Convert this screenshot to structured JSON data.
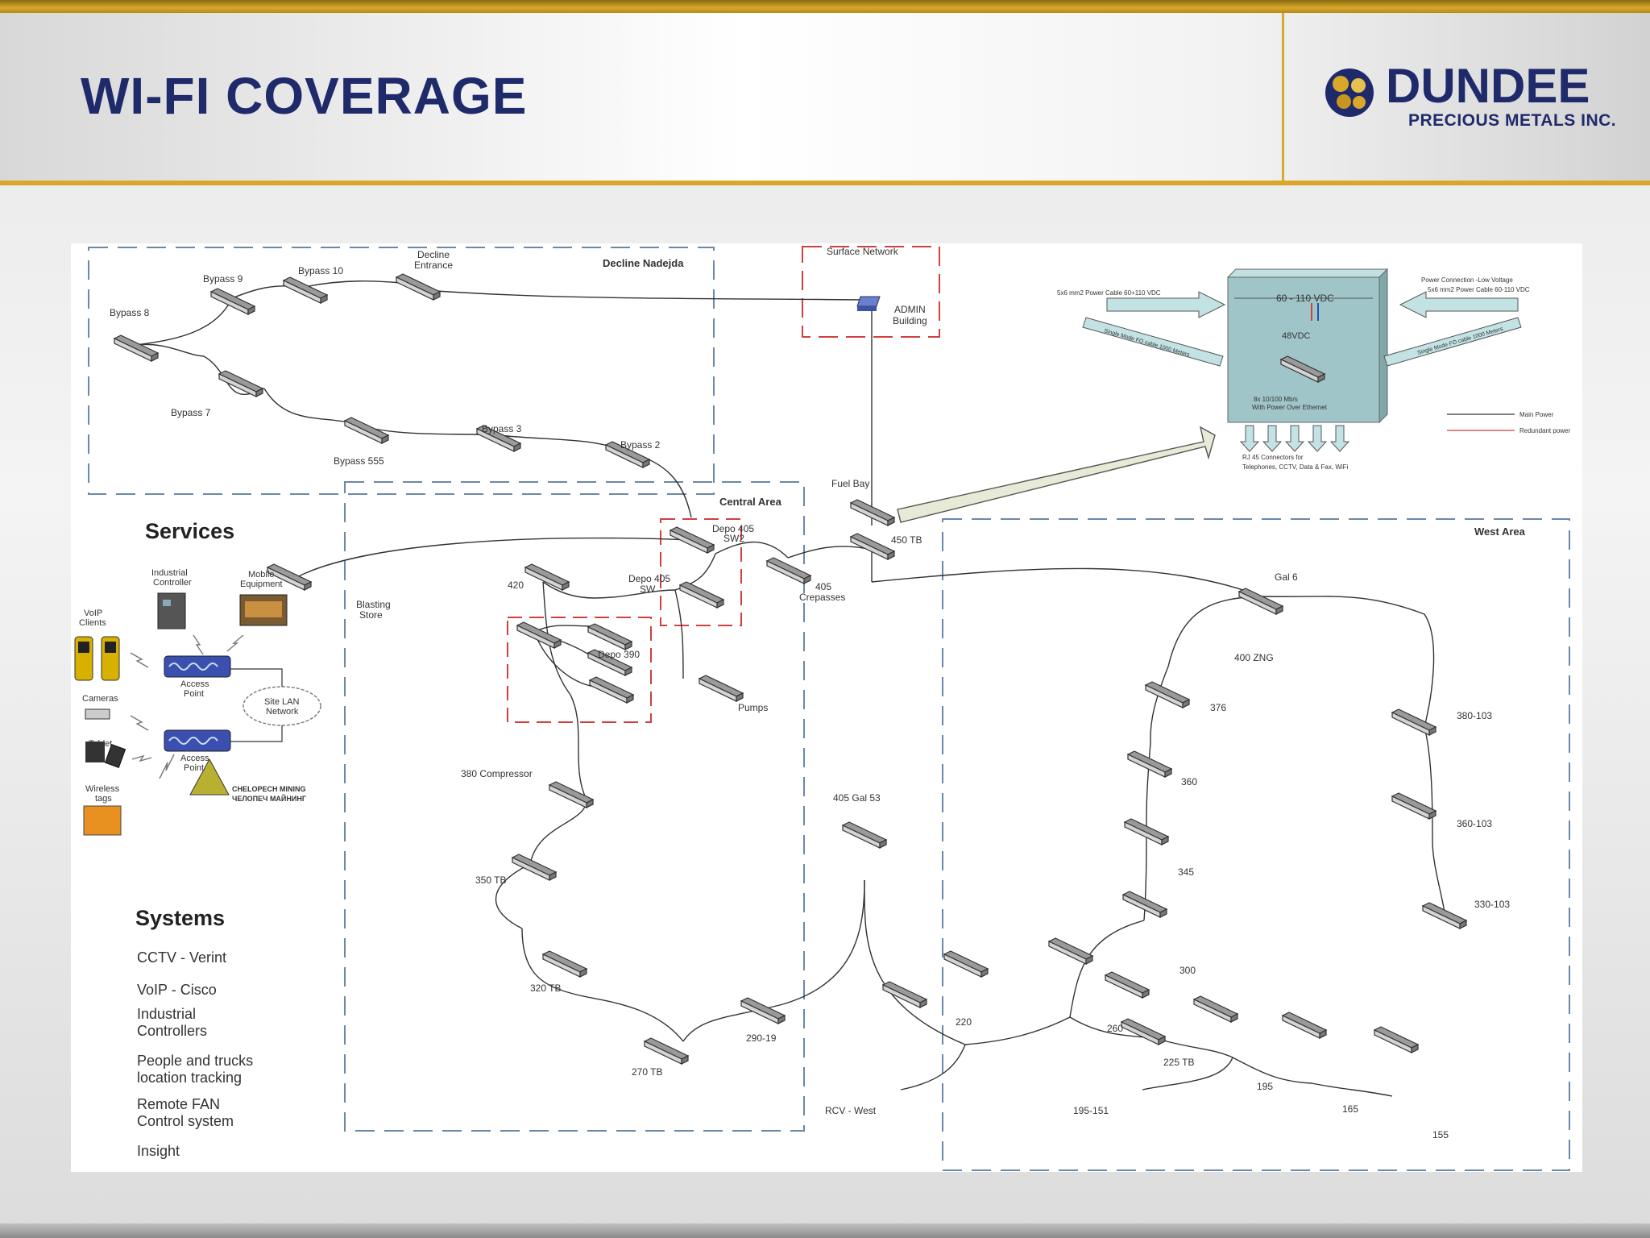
{
  "header": {
    "title": "WI-FI COVERAGE",
    "logo_word": "DUNDEE",
    "logo_sub": "PRECIOUS METALS INC."
  },
  "areas": {
    "decline": "Decline Nadejda",
    "surface": "Surface Network",
    "central": "Central Area",
    "west": "West Area"
  },
  "nodes": {
    "bypass8": "Bypass 8",
    "bypass9": "Bypass 9",
    "bypass10": "Bypass 10",
    "decline_entrance_1": "Decline",
    "decline_entrance_2": "Entrance",
    "bypass7": "Bypass 7",
    "bypass555": "Bypass 555",
    "bypass3": "Bypass 3",
    "bypass2": "Bypass 2",
    "admin_1": "ADMIN",
    "admin_2": "Building",
    "fuel_bay": "Fuel Bay",
    "tb450": "450 TB",
    "depo405sw2_1": "Depo 405",
    "depo405sw2_2": "SW2",
    "depo405sw_1": "Depo 405",
    "depo405sw_2": "SW",
    "n420": "420",
    "blasting_1": "Blasting",
    "blasting_2": "Store",
    "n405_1": "405",
    "n405_2": "Crepasses",
    "depo390": "Depo 390",
    "pumps": "Pumps",
    "compressor380": "380 Compressor",
    "tb350": "350 TB",
    "tb320": "320 TB",
    "tb270": "270 TB",
    "n290_19": "290-19",
    "gal53": "405 Gal 53",
    "rcv_west": "RCV - West",
    "gal6": "Gal 6",
    "zng400": "400 ZNG",
    "n376": "376",
    "n360": "360",
    "n345": "345",
    "n300": "300",
    "n260": "260",
    "n220": "220",
    "tb225": "225 TB",
    "n195": "195",
    "n195_151": "195-151",
    "n165": "165",
    "n155": "155",
    "n380_103": "380-103",
    "n360_103": "360-103",
    "n330_103": "330-103"
  },
  "detail": {
    "voltage_top": "60 - 110 VDC",
    "voltage_mid": "48VDC",
    "left_cable": "5x6 mm2 Power Cable 60+110 VDC",
    "right_note_1": "Power Connection -Low Voltage",
    "right_note_2": "5x6 mm2 Power Cable 60-110 VDC",
    "left_fo": "Single Mode FO cable 1000 Meters",
    "right_fo": "Single Mode FO cable 1000 Meters",
    "switch_1": "8x 10/100 Mb/s",
    "switch_2": "With Power Over Ethernet",
    "rj45_1": "RJ 45 Connectors for",
    "rj45_2": "Telephones, CCTV, Data & Fax, WiFi",
    "legend_main": "Main Power",
    "legend_redundant": "Redundant power"
  },
  "services": {
    "title": "Services",
    "industrial_1": "Industrial",
    "industrial_2": "Controller",
    "mobile_1": "Mobile",
    "mobile_2": "Equipment",
    "voip_1": "VoIP",
    "voip_2": "Clients",
    "cameras": "Cameras",
    "tablet": "Tablet",
    "wireless_1": "Wireless",
    "wireless_2": "tags",
    "ap1_1": "Access",
    "ap1_2": "Point",
    "ap2_1": "Access",
    "ap2_2": "Point",
    "lan_1": "Site LAN",
    "lan_2": "Network",
    "brand_1": "CHELOPECH MINING",
    "brand_2": "ЧЕЛОПЕЧ МАЙНИНГ"
  },
  "systems": {
    "title": "Systems",
    "items": [
      "CCTV - Verint",
      "VoIP - Cisco",
      "Industrial Controllers",
      "People and trucks location tracking",
      "Remote FAN Control system",
      "Insight"
    ]
  },
  "colors": {
    "navy": "#1f2a6b",
    "gold": "#d9a82a",
    "blue_dash": "#6a88a8",
    "red_dash": "#d04040",
    "cabinet": "#9fc5c8"
  }
}
